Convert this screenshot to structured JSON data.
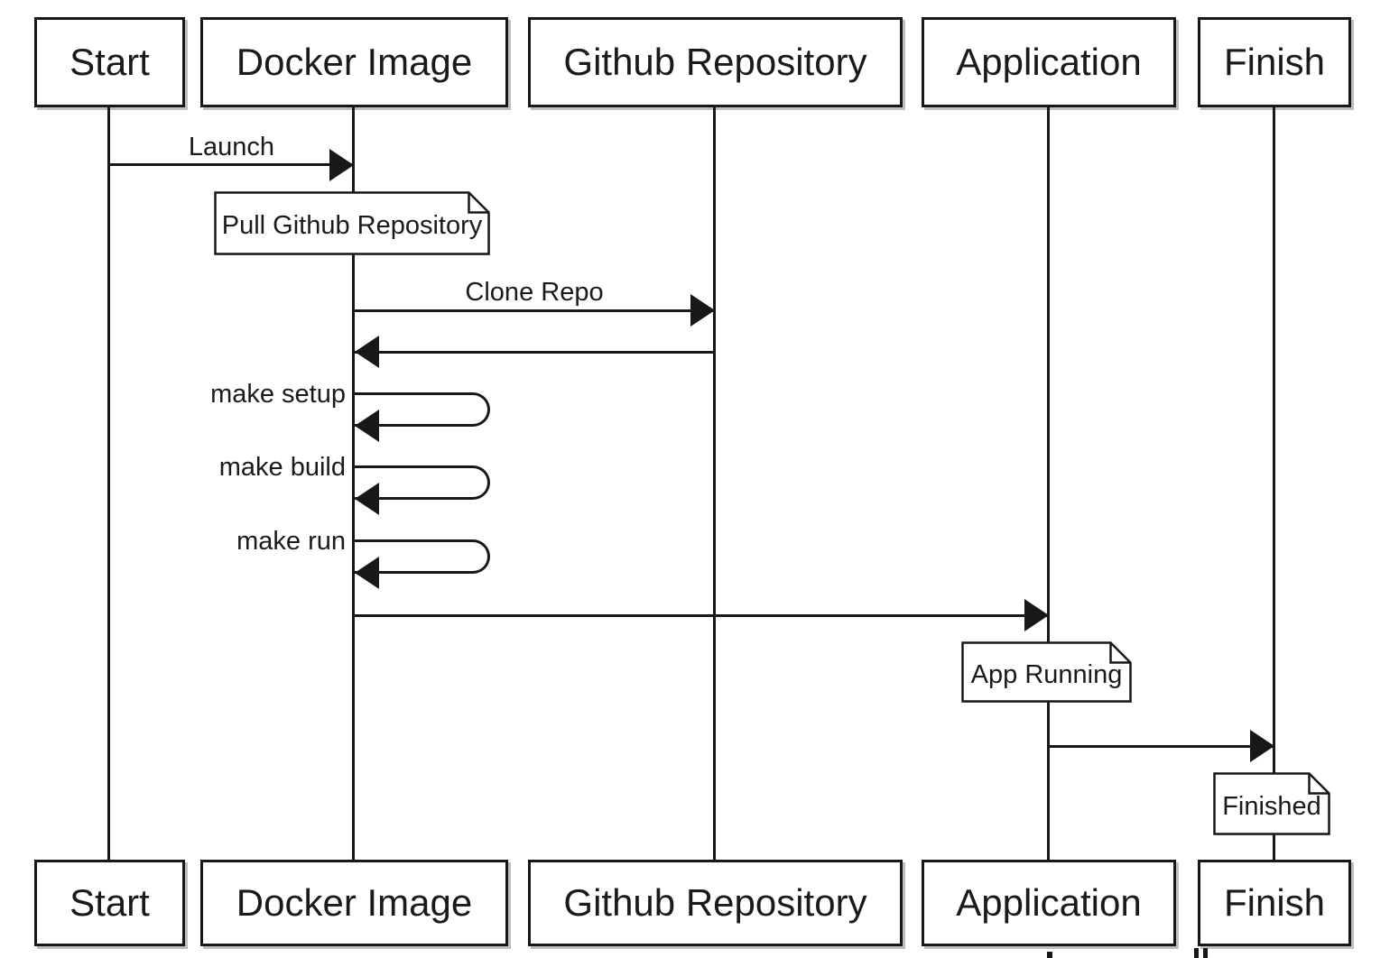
{
  "diagram": {
    "kind": "uml-sequence-diagram",
    "background_color": "#ffffff",
    "stroke_color": "#181818",
    "text_color": "#1a1a1a",
    "note_fill_color": "#ffffff",
    "shadow_color": "#6e6e6e"
  },
  "participants": [
    {
      "name": "Start"
    },
    {
      "name": "Docker Image"
    },
    {
      "name": "Github Repository"
    },
    {
      "name": "Application"
    },
    {
      "name": "Finish"
    }
  ],
  "messages": [
    {
      "label": "Launch",
      "from": "Start",
      "to": "Docker Image",
      "type": "solid-arrow"
    },
    {
      "label": "Clone Repo",
      "from": "Docker Image",
      "to": "Github Repository",
      "type": "solid-arrow"
    },
    {
      "label": "",
      "from": "Github Repository",
      "to": "Docker Image",
      "type": "solid-arrow"
    },
    {
      "label": "make setup",
      "from": "Docker Image",
      "to": "Docker Image",
      "type": "self-arrow"
    },
    {
      "label": "make build",
      "from": "Docker Image",
      "to": "Docker Image",
      "type": "self-arrow"
    },
    {
      "label": "make run",
      "from": "Docker Image",
      "to": "Docker Image",
      "type": "self-arrow"
    },
    {
      "label": "",
      "from": "Docker Image",
      "to": "Application",
      "type": "solid-arrow"
    },
    {
      "label": "",
      "from": "Application",
      "to": "Finish",
      "type": "solid-arrow"
    }
  ],
  "notes": [
    {
      "text": "Pull Github Repository",
      "over": "Docker Image"
    },
    {
      "text": "App Running",
      "over": "Application"
    },
    {
      "text": "Finished",
      "over": "Finish"
    }
  ]
}
